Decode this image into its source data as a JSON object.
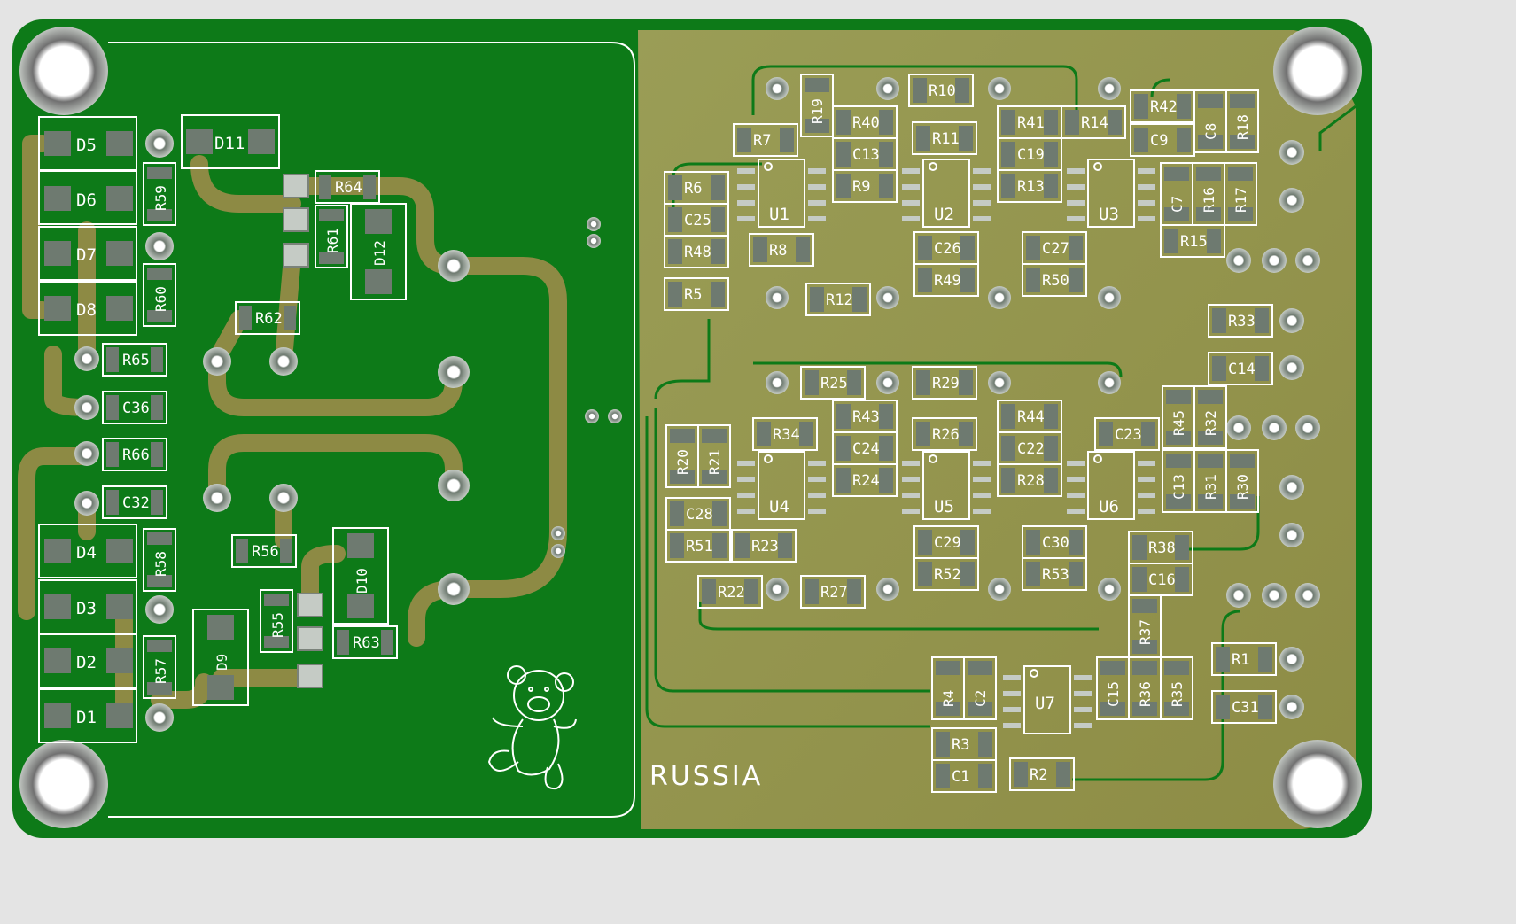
{
  "board": {
    "colors": {
      "background": "#e4e4e4",
      "soldermask": "#0d7a18",
      "copper_pour": "#9b9a52",
      "trace": "#8d8a44",
      "pad": "#c8ccc8",
      "pad_dark": "#6e7a70",
      "silkscreen": "#ffffff"
    },
    "marking": "RUSSIA",
    "logo": "teddy-bear",
    "mounting_holes": 4,
    "left_section": {
      "components": {
        "d5": "D5",
        "d6": "D6",
        "d7": "D7",
        "d8": "D8",
        "d4": "D4",
        "d3": "D3",
        "d2": "D2",
        "d1": "D1",
        "d11": "D11",
        "d12": "D12",
        "d10": "D10",
        "d9": "D9",
        "r59": "R59",
        "r60": "R60",
        "r65": "R65",
        "c36": "C36",
        "r66": "R66",
        "c32": "C32",
        "r58": "R58",
        "r57": "R57",
        "r64": "R64",
        "r61": "R61",
        "r62": "R62",
        "r56": "R56",
        "r55": "R55",
        "r63": "R63"
      }
    },
    "right_section": {
      "ics": {
        "u1": "U1",
        "u2": "U2",
        "u3": "U3",
        "u4": "U4",
        "u5": "U5",
        "u6": "U6",
        "u7": "U7"
      },
      "components": {
        "r19": "R19",
        "r10": "R10",
        "r7": "R7",
        "r40": "R40",
        "c13": "C13",
        "r11": "R11",
        "r41": "R41",
        "r14": "R14",
        "r42": "R42",
        "c8": "C8",
        "r18": "R18",
        "c9": "C9",
        "c19": "C19",
        "r9": "R9",
        "r13": "R13",
        "r6": "R6",
        "c25": "C25",
        "r48": "R48",
        "r5": "R5",
        "r8": "R8",
        "r12": "R12",
        "c26": "C26",
        "r49": "R49",
        "c27": "C27",
        "r50": "R50",
        "c7": "C7",
        "r16": "R16",
        "r17": "R17",
        "r15": "R15",
        "r33": "R33",
        "c14": "C14",
        "r25": "R25",
        "r29": "R29",
        "r43": "R43",
        "r44": "R44",
        "r34": "R34",
        "c24": "C24",
        "r26": "R26",
        "c22": "C22",
        "c23": "C23",
        "r45": "R45",
        "r32": "R32",
        "r20": "R20",
        "r21": "R21",
        "r24": "R24",
        "r28": "R28",
        "c13b": "C13",
        "r31": "R31",
        "r30": "R30",
        "c28": "C28",
        "r51": "R51",
        "r23": "R23",
        "c29": "C29",
        "r52": "R52",
        "c30": "C30",
        "r53": "R53",
        "r38": "R38",
        "c16": "C16",
        "r22": "R22",
        "r27": "R27",
        "r37": "R37",
        "r1": "R1",
        "r4": "R4",
        "c2": "C2",
        "c15": "C15",
        "r36": "R36",
        "r35": "R35",
        "c31": "C31",
        "r3": "R3",
        "c1": "C1",
        "r2": "R2"
      }
    }
  }
}
